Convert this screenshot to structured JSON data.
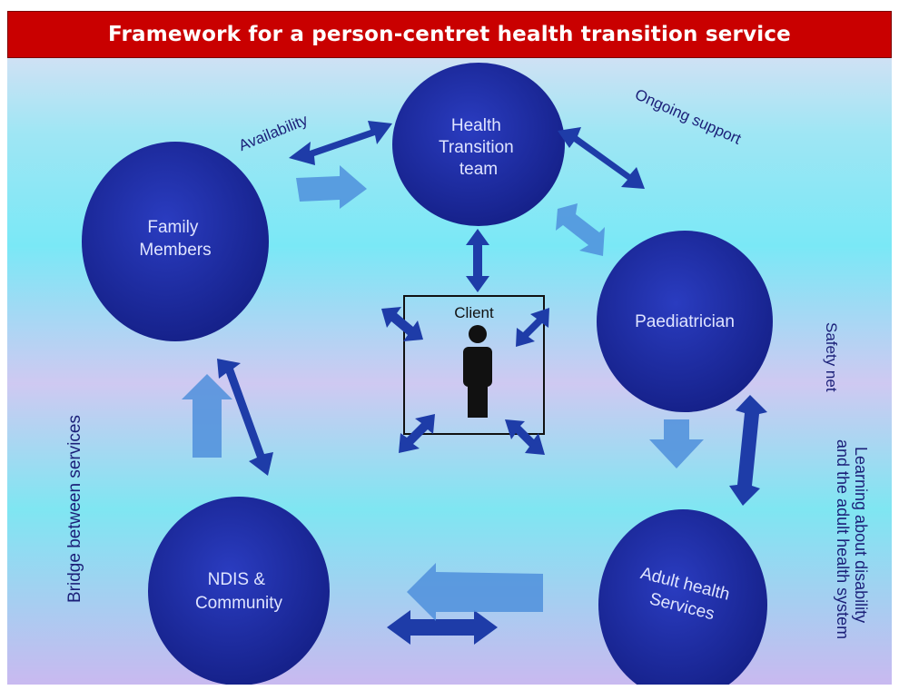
{
  "title": "Framework for a person-centret health transition service",
  "nodes": {
    "health_team": [
      "Health",
      "Transition",
      "team"
    ],
    "family": [
      "Family",
      "Members"
    ],
    "paediatrician": [
      "Paediatrician"
    ],
    "adult_services": [
      "Adult health",
      "Services"
    ],
    "ndis": [
      "NDIS &",
      "Community"
    ]
  },
  "client_label": "Client",
  "edge_labels": {
    "availability": "Availability",
    "ongoing_support": "Ongoing support",
    "safety_net": "Safety net",
    "learning_1": "Learning about disability",
    "learning_2": "and the adult health system",
    "bridge": "Bridge between services"
  },
  "colors": {
    "title_bg": "#c90000",
    "node_fill": "#1a2a9e",
    "arrow": "#1e3ca8",
    "flow_arrow": "#4f8fdc",
    "label": "#1b1f78"
  }
}
